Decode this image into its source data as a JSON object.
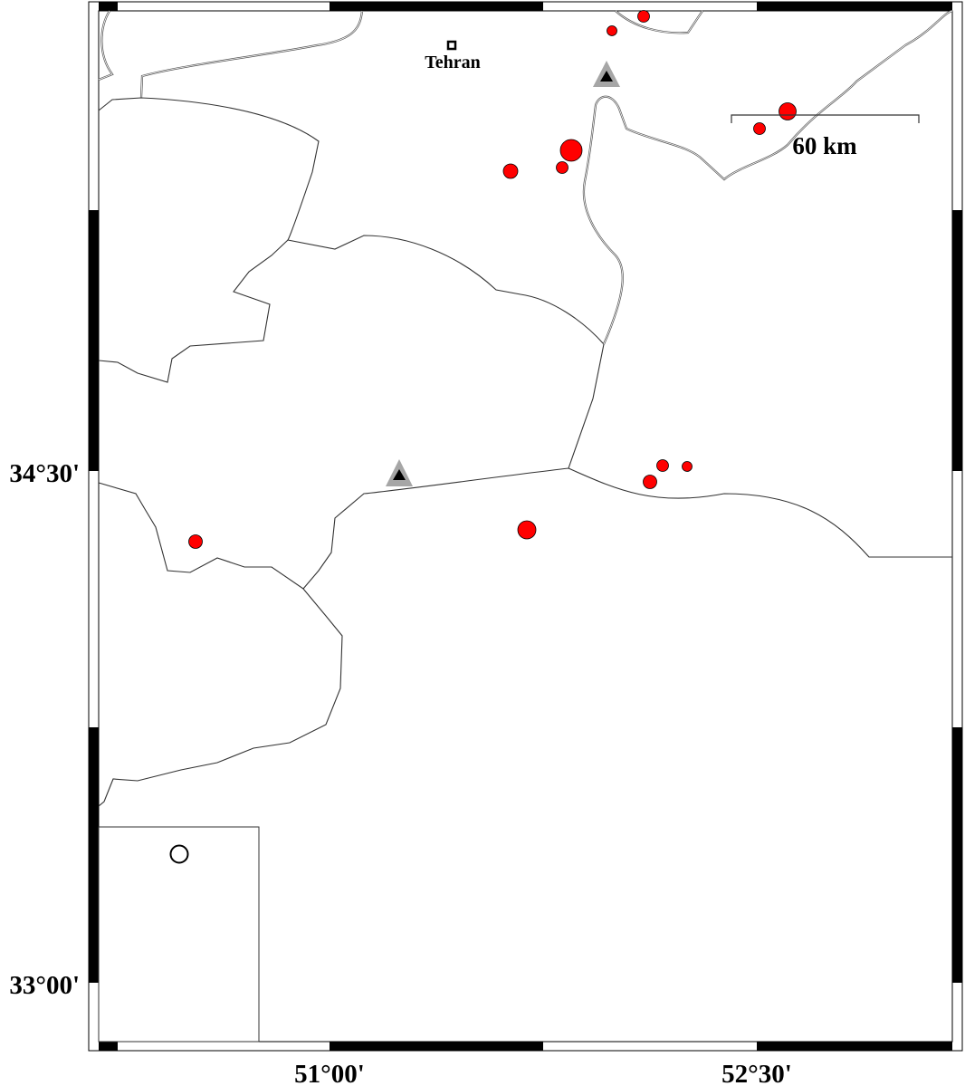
{
  "map": {
    "axes": {
      "y_ticks": [
        "34°30'",
        "33°00'"
      ],
      "x_ticks": [
        "51°00'",
        "52°30'"
      ]
    },
    "city": {
      "name": "Tehran"
    },
    "scale_bar": {
      "label": "60 km"
    },
    "colors": {
      "earthquake": "#ff0000",
      "station_outer": "#a6a6a6",
      "station_inner": "#000000",
      "frame": "#000000"
    },
    "earthquake_count": 12,
    "station_count": 2
  }
}
